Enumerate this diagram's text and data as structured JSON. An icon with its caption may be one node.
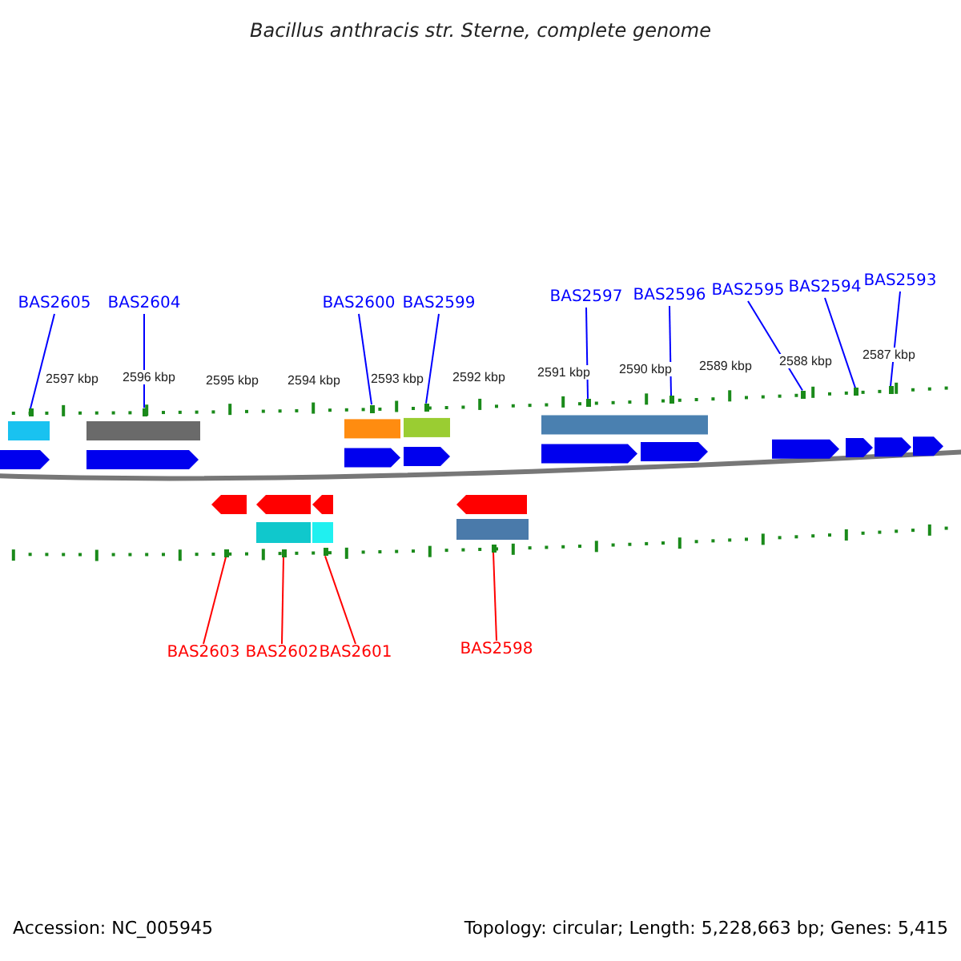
{
  "diagram": {
    "title": "Bacillus anthracis str. Sterne, complete genome",
    "nodes": [
      {
        "text": [
          "BAS2605"
        ]
      },
      {
        "text": [
          "BAS2604"
        ]
      },
      {
        "text": [
          "BAS2600"
        ]
      },
      {
        "text": [
          "BAS2599"
        ]
      },
      {
        "text": [
          "BAS2597"
        ]
      },
      {
        "text": [
          "BAS2596"
        ]
      },
      {
        "text": [
          "BAS2595"
        ]
      },
      {
        "text": [
          "BAS2594"
        ]
      },
      {
        "text": [
          "BAS2593"
        ]
      },
      {
        "text": [
          "BAS2603"
        ]
      },
      {
        "text": [
          "BAS2602"
        ]
      },
      {
        "text": [
          "BAS2601"
        ]
      },
      {
        "text": [
          "BAS2598"
        ]
      },
      {
        "text": [],
        "shape": "bar"
      },
      {
        "text": [],
        "shape": "bar"
      },
      {
        "text": [],
        "shape": "bar"
      },
      {
        "text": [],
        "shape": "bar"
      },
      {
        "text": [],
        "shape": "bar"
      },
      {
        "text": [],
        "shape": "bar"
      },
      {
        "text": [],
        "shape": "bar"
      },
      {
        "text": [],
        "shape": "bar"
      },
      {
        "text": [],
        "shape": "bar"
      },
      {
        "text": [],
        "shape": "bar"
      },
      {
        "text": [],
        "shape": "bar"
      },
      {
        "text": [],
        "shape": "bar"
      },
      {
        "text": [],
        "shape": "bar"
      }
    ],
    "edges": [
      {
        "from": 0,
        "to": 13,
        "arrow": "none"
      },
      {
        "from": 1,
        "to": 14,
        "arrow": "none"
      },
      {
        "from": 2,
        "to": 15,
        "arrow": "none"
      },
      {
        "from": 3,
        "to": 16,
        "arrow": "none"
      },
      {
        "from": 4,
        "to": 17,
        "arrow": "none"
      },
      {
        "from": 5,
        "to": 18,
        "arrow": "none"
      },
      {
        "from": 6,
        "to": 19,
        "arrow": "none"
      },
      {
        "from": 7,
        "to": 20,
        "arrow": "none"
      },
      {
        "from": 8,
        "to": 21,
        "arrow": "none"
      },
      {
        "from": 9,
        "to": 22,
        "arrow": "none",
        "color": "#ff0000"
      },
      {
        "from": 10,
        "to": 23,
        "arrow": "none",
        "color": "#ff0000"
      },
      {
        "from": 11,
        "to": 24,
        "arrow": "none",
        "color": "#ff0000"
      },
      {
        "from": 12,
        "to": 25,
        "arrow": "none",
        "color": "#ff0000"
      }
    ],
    "labels": [
      "2597 kbp",
      "2596 kbp",
      "2595 kbp",
      "2594 kbp",
      "2593 kbp",
      "2592 kbp",
      "2591 kbp",
      "2590 kbp",
      "2589 kbp",
      "2588 kbp",
      "2587 kbp",
      "Accession: NC_005945",
      "Topology: circular; Length: 5,228,663 bp; Genes: 5,415"
    ]
  }
}
